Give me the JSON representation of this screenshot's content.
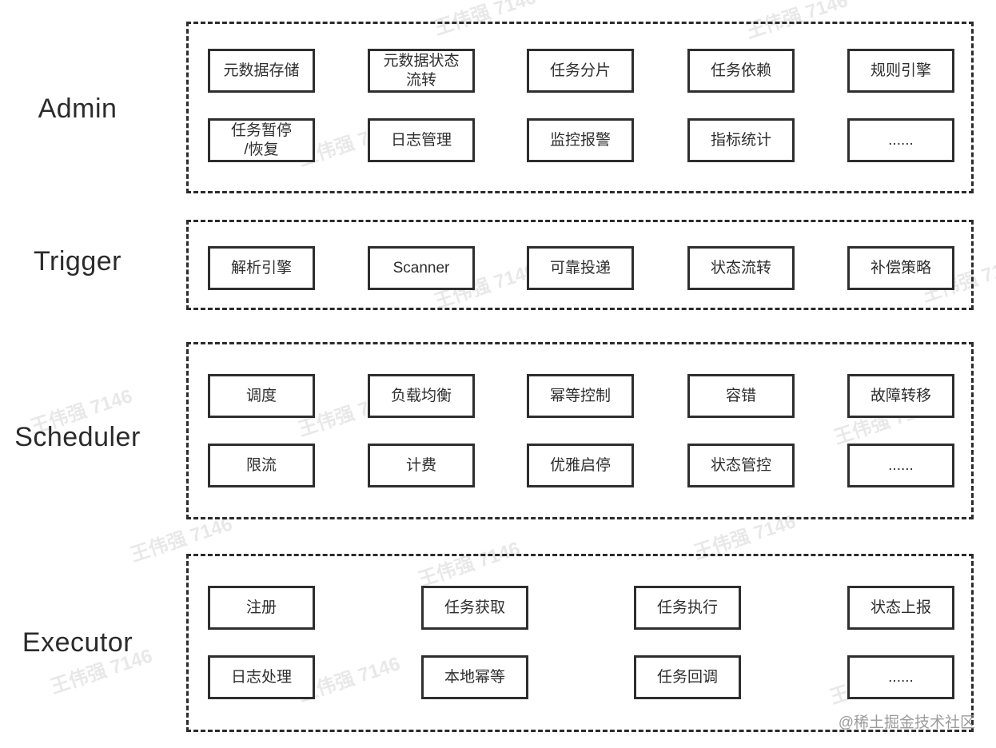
{
  "watermark": {
    "text": "王伟强 7146"
  },
  "attribution": "@稀土掘金技术社区",
  "colors": {
    "background": "#ffffff",
    "box_border": "#2e2e2e",
    "box_text": "#2e2e2e",
    "dashed_border": "#2b2b2b",
    "section_label": "#2b2b2b",
    "attribution": "#9b9b9b",
    "watermark": "rgba(0,0,0,0.09)"
  },
  "sections": [
    {
      "label": "Admin",
      "rows": [
        [
          "元数据存储",
          "元数据状态\n流转",
          "任务分片",
          "任务依赖",
          "规则引擎"
        ],
        [
          "任务暂停\n/恢复",
          "日志管理",
          "监控报警",
          "指标统计",
          "......"
        ]
      ]
    },
    {
      "label": "Trigger",
      "rows": [
        [
          "解析引擎",
          "Scanner",
          "可靠投递",
          "状态流转",
          "补偿策略"
        ]
      ]
    },
    {
      "label": "Scheduler",
      "rows": [
        [
          "调度",
          "负载均衡",
          "幂等控制",
          "容错",
          "故障转移"
        ],
        [
          "限流",
          "计费",
          "优雅启停",
          "状态管控",
          "......"
        ]
      ]
    },
    {
      "label": "Executor",
      "rows": [
        [
          "注册",
          "任务获取",
          "任务执行",
          "状态上报"
        ],
        [
          "日志处理",
          "本地幂等",
          "任务回调",
          "......"
        ]
      ]
    }
  ]
}
